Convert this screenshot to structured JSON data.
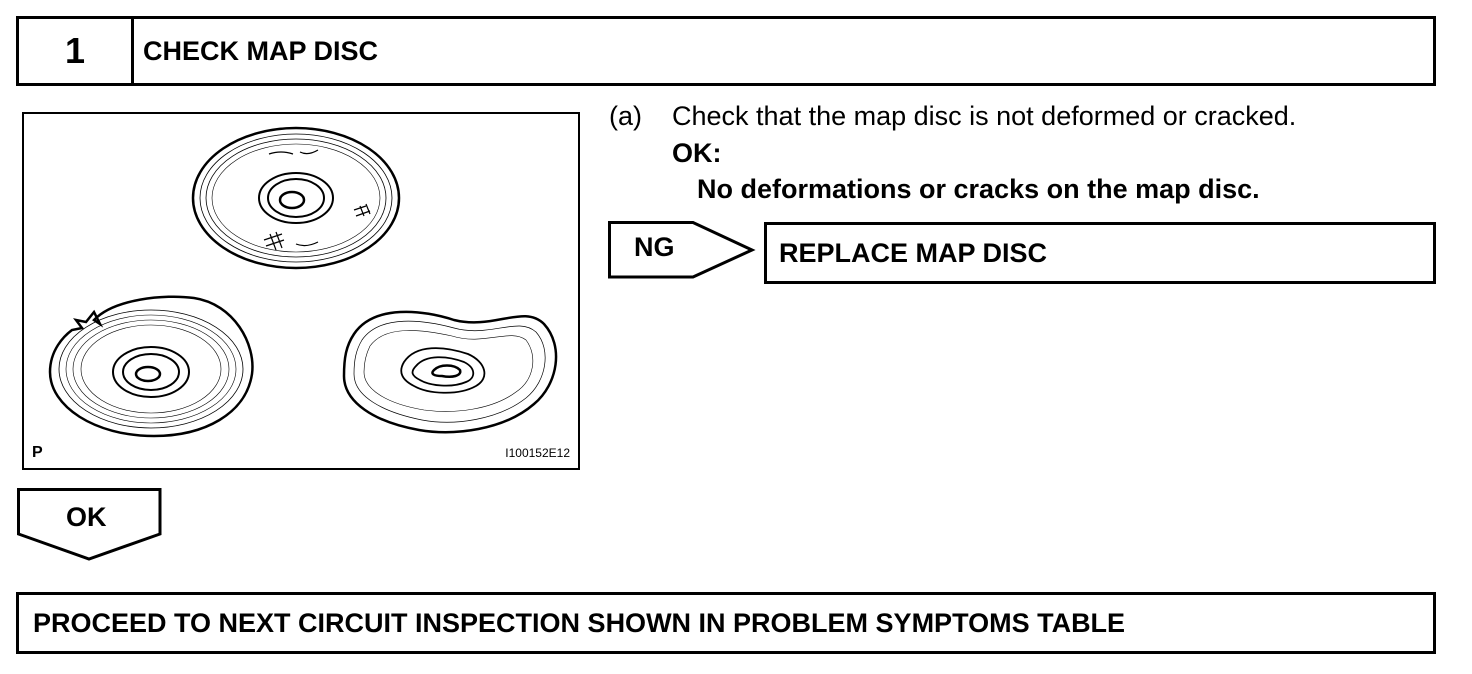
{
  "step": {
    "number": "1",
    "title": "CHECK MAP DISC"
  },
  "figure": {
    "corner_letter": "P",
    "code": "I100152E12",
    "depicts": [
      "normal-disc-icon",
      "cracked-disc-icon",
      "deformed-disc-icon"
    ]
  },
  "instruction": {
    "prefix": "(a)",
    "text": "Check that the map disc is not deformed or cracked.",
    "ok_label": "OK:",
    "ok_detail": "No deformations or cracks on the map disc."
  },
  "ng_branch": {
    "label": "NG",
    "action": "REPLACE MAP DISC"
  },
  "ok_branch": {
    "label": "OK"
  },
  "next": {
    "text": "PROCEED TO NEXT CIRCUIT INSPECTION SHOWN IN PROBLEM SYMPTOMS TABLE"
  }
}
